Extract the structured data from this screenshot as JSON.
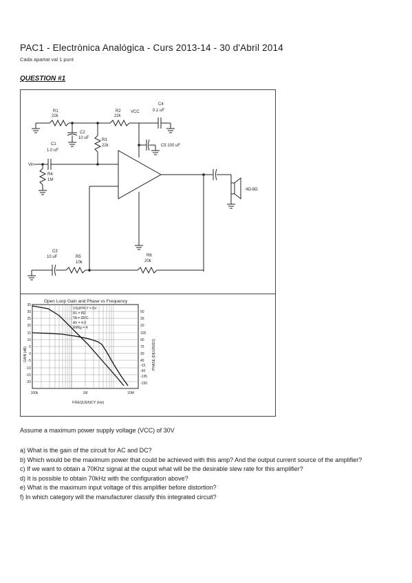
{
  "header": {
    "title": "PAC1 - Electrònica Analógica - Curs 2013-14 - 30 d'Abril 2014",
    "subtitle": "Cada apartat val 1 punt"
  },
  "question_heading": "QUESTION #1",
  "schematic": {
    "labels": {
      "r1": "R1",
      "r1_val": "22k",
      "r2": "R2",
      "r2_val": "22k",
      "vcc": "VCC",
      "c4": "C4",
      "c4_val": "0.1 uF",
      "c2": "C2",
      "c2_val": "10 uF",
      "r3": "R3",
      "r3_val": "22k",
      "c5_val": "C5 100 uF",
      "c1": "C1",
      "c1_val": "1.0 uF",
      "vin": "Vin",
      "r4": "R4",
      "r4_val": "1M",
      "spk": "4Ω-8Ω",
      "c3": "C3",
      "c3_val": "10 uF",
      "r5": "R5",
      "r5_val": "10k",
      "r6": "R6",
      "r6_val": "20k"
    }
  },
  "graph": {
    "title": "Open Loop Gain and Phase vs Frequency",
    "y_left_label": "GAIN (dB)",
    "y_right_label": "PHASE (DEGREES)",
    "x_label": "FREQUENCY (Hz)",
    "y_left_ticks": [
      "35",
      "30",
      "25",
      "20",
      "15",
      "10",
      "5",
      "0",
      "-5",
      "-10",
      "-15",
      "-20"
    ],
    "y_right_ticks": [
      "50",
      "35",
      "20",
      "105",
      "90",
      "75",
      "30",
      "45",
      "-15",
      "-30",
      "-135",
      "-150"
    ],
    "x_ticks": [
      "100k",
      "1M",
      "10M"
    ],
    "legend": [
      "VSUPPLY = 6V",
      "RL = 8Ω",
      "TA = 25°C",
      "AV = 4.0",
      "Rf/Rg = 4"
    ]
  },
  "body": {
    "assume": "Assume a maximum power supply voltage (VCC) of 30V",
    "questions": [
      "a) What is the gain of the circuit for AC and DC?",
      "b) Which would be the maximum power that could be achieved with this amp? And the output current source of the amplifier?",
      "c) If we want to obtain a 70Khz signal at the ouput what will be the desirable slew rate for this amplifier?",
      "d) It is possible to obtain 70kHz with the configuration above?",
      "e) What is the maximum input voltage of this amplifier before distortion?",
      "f) In which category will the manufacturer classify this integrated circuit?"
    ]
  }
}
